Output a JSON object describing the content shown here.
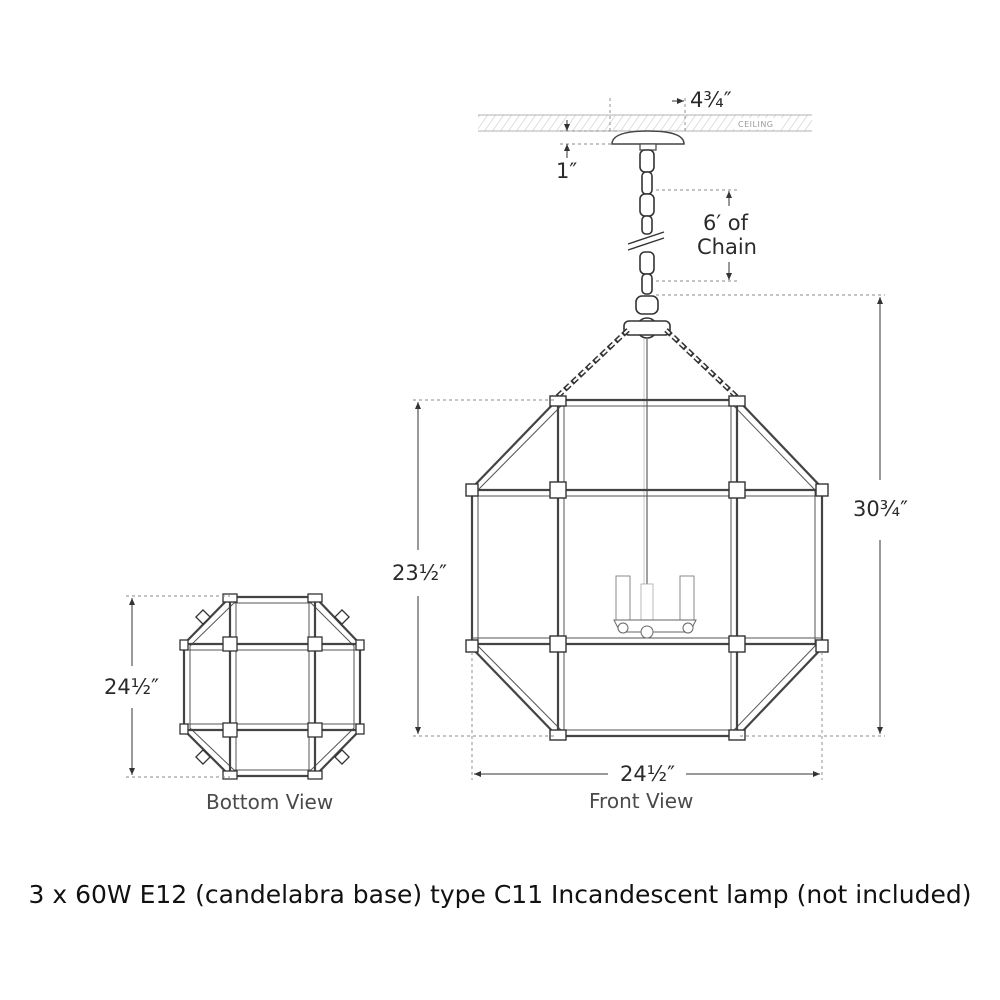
{
  "ceiling_label": "CEILING",
  "dimensions": {
    "canopy_width": "4¾″",
    "canopy_height": "1″",
    "chain_length_line1": "6′ of",
    "chain_length_line2": "Chain",
    "overall_height": "30¾″",
    "body_height": "23½″",
    "body_width": "24½″",
    "bottom_view_size": "24½″"
  },
  "views": {
    "bottom": "Bottom View",
    "front": "Front View"
  },
  "caption": "3 x 60W E12 (candelabra base) type C11 Incandescent lamp (not included)"
}
